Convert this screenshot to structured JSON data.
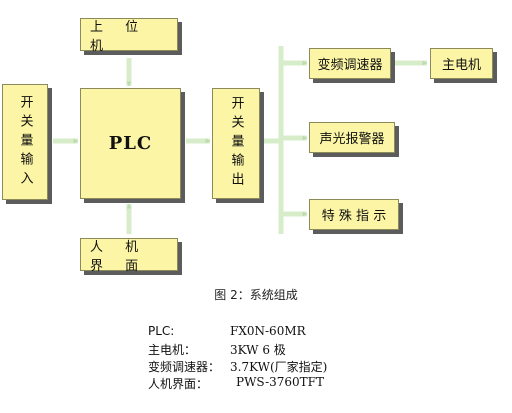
{
  "diagram": {
    "boxes": {
      "upper_computer": "上 位 机",
      "switch_input": "开关量输入",
      "plc": "PLC",
      "hmi": "人 机 界 面",
      "switch_output": "开关量输出",
      "vfd": "变频调速器",
      "main_motor": "主电机",
      "alarm": "声光报警器",
      "special_indicator": "特 殊 指 示"
    },
    "connector_color": "#d7ecc8",
    "box_color": "#fbf5a5"
  },
  "caption": "图 2：系统组成",
  "specs": [
    {
      "key": "PLC:",
      "value": "FX0N-60MR"
    },
    {
      "key": "主电机：",
      "value": "3KW 6 极"
    },
    {
      "key": "变频调速器：",
      "value": "3.7KW(厂家指定)"
    },
    {
      "key": "人机界面：",
      "value": "PWS-3760TFT"
    }
  ]
}
